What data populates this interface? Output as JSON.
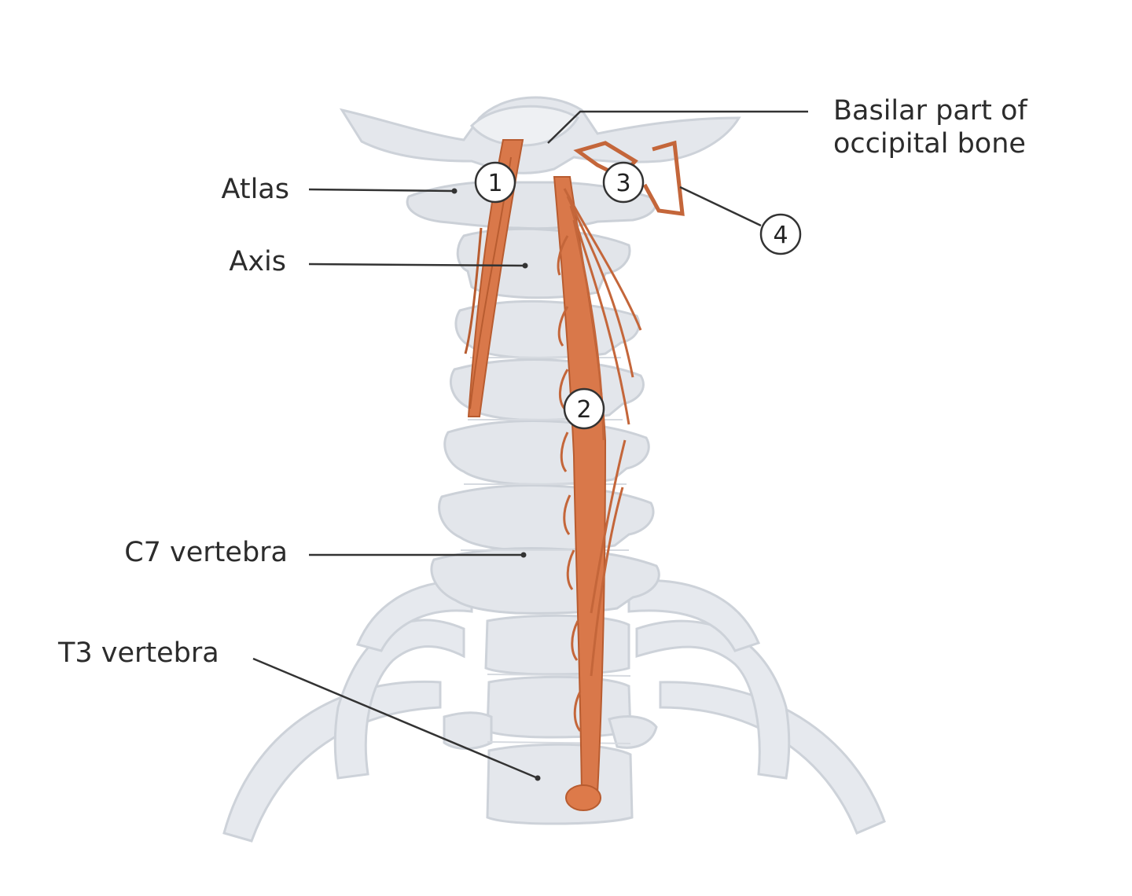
{
  "labels": {
    "atlas": "Atlas",
    "axis": "Axis",
    "c7": "C7 vertebra",
    "t3": "T3 vertebra",
    "basilar_line1": "Basilar part of",
    "basilar_line2": "occipital bone"
  },
  "markers": [
    "1",
    "2",
    "3",
    "4"
  ],
  "colors": {
    "bone": "#e4e7ec",
    "bone_shade": "#cfd4db",
    "muscle": "#d9784a",
    "muscle_dark": "#b85c30",
    "leader": "#333333"
  }
}
